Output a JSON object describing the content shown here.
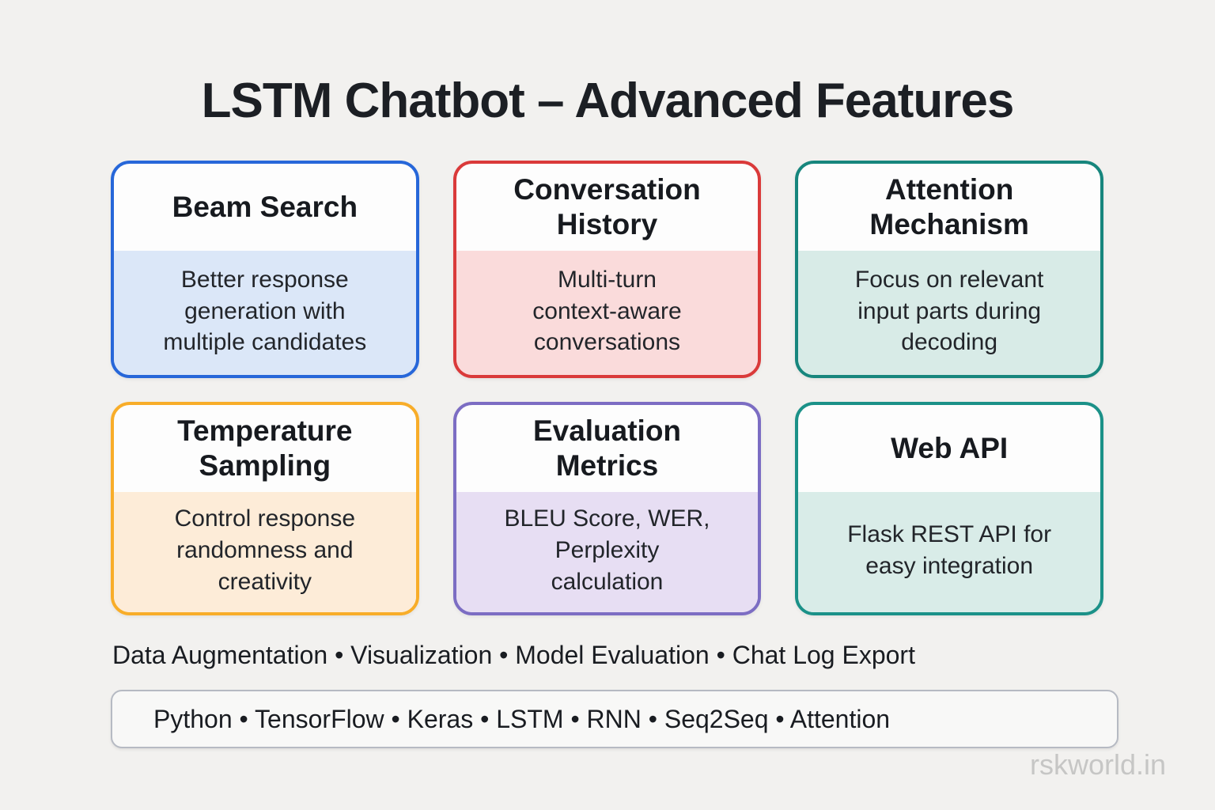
{
  "title": "LSTM Chatbot – Advanced Features",
  "colors": {
    "page_background": "#f2f1ef",
    "card_header_background": "#fdfdfd",
    "heading_text": "#1c1f24",
    "body_text": "#22252a",
    "tech_box_border": "#b6bac3",
    "tech_box_background": "#f8f8f7",
    "watermark_text": "#c6c6c5"
  },
  "cards": [
    {
      "id": "beam-search",
      "title": "Beam Search",
      "description": "Better response\ngeneration with\nmultiple candidates",
      "border_color": "#2767d9",
      "body_color": "#dbe7f8"
    },
    {
      "id": "conversation-history",
      "title": "Conversation\nHistory",
      "description": "Multi-turn\ncontext-aware\nconversations",
      "border_color": "#da3a3a",
      "body_color": "#fadbdb"
    },
    {
      "id": "attention-mechanism",
      "title": "Attention\nMechanism",
      "description": "Focus on relevant\ninput parts during\ndecoding",
      "border_color": "#17867d",
      "body_color": "#d8ebe7"
    },
    {
      "id": "temperature-sampling",
      "title": "Temperature\nSampling",
      "description": "Control response\nrandomness and\ncreativity",
      "border_color": "#f8ad29",
      "body_color": "#fdecd8"
    },
    {
      "id": "evaluation-metrics",
      "title": "Evaluation\nMetrics",
      "description": "BLEU Score, WER,\nPerplexity\ncalculation",
      "border_color": "#7c6dc3",
      "body_color": "#e7def3"
    },
    {
      "id": "web-api",
      "title": "Web API",
      "description": "Flask REST API for\neasy integration",
      "border_color": "#1b9188",
      "body_color": "#d9ece8"
    }
  ],
  "extras": {
    "items": [
      "Data Augmentation",
      "Visualization",
      "Model Evaluation",
      "Chat Log Export"
    ],
    "separator": " • "
  },
  "tech_stack": {
    "items": [
      "Python",
      "TensorFlow",
      "Keras",
      "LSTM",
      "RNN",
      "Seq2Seq",
      "Attention"
    ],
    "separator": " • "
  },
  "watermark": "rskworld.in"
}
